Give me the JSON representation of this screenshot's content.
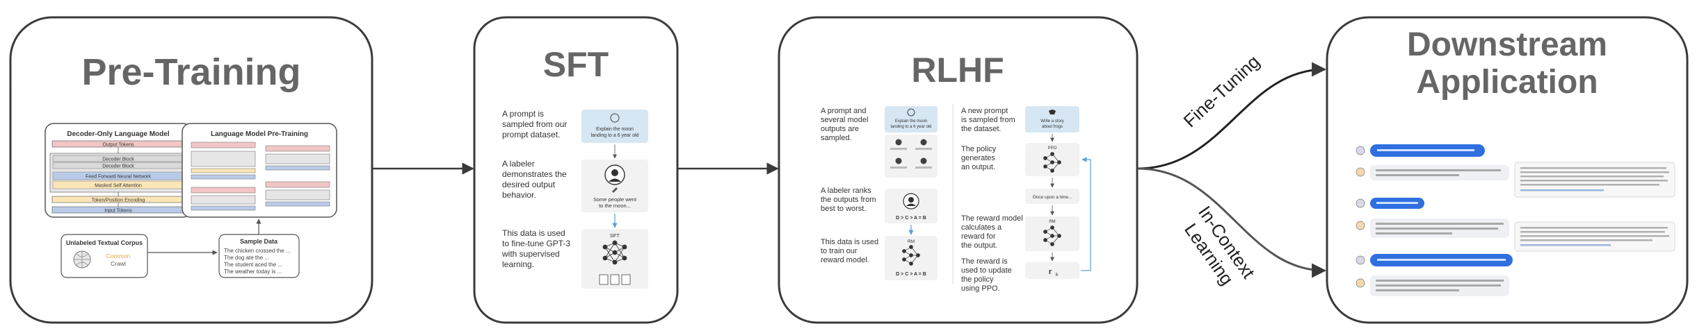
{
  "stages": {
    "pretraining": {
      "title": "Pre-Training",
      "decoder_title": "Decoder-Only Language Model",
      "decoder_blocks": [
        "Output Tokens",
        "Decoder Block",
        "Decoder Block",
        "Feed Forward Neural Network",
        "Masked Self Attention",
        "Token/Position Encoding",
        "Input Tokens"
      ],
      "lm_title": "Language Model Pre-Training",
      "corpus_title": "Unlabeled Textual Corpus",
      "corpus_logo_a": "Common",
      "corpus_logo_b": "Crawl",
      "sample_title": "Sample Data",
      "samples": [
        "The chicken crossed the ...",
        "The dog ate the ...",
        "The student aced the ...",
        "The weather today is ..."
      ]
    },
    "sft": {
      "title": "SFT",
      "step1": [
        "A prompt is",
        "sampled from our",
        "prompt dataset."
      ],
      "step2": [
        "A labeler",
        "demonstrates the",
        "desired output",
        "behavior."
      ],
      "step3": [
        "This data is used",
        "to fine-tune GPT-3",
        "with supervised",
        "learning."
      ],
      "prompt_card": [
        "Explain the moon",
        "landing to a 6 year old"
      ],
      "demo_text": [
        "Some people went",
        "to the moon..."
      ],
      "model_label": "SFT"
    },
    "rlhf": {
      "title": "RLHF",
      "left_steps": [
        [
          "A prompt and",
          "several model",
          "outputs are",
          "sampled."
        ],
        [
          "A labeler ranks",
          "the outputs from",
          "best to worst."
        ],
        [
          "This data is used",
          "to train our",
          "reward model."
        ]
      ],
      "right_steps": [
        [
          "A new prompt",
          "is sampled from",
          "the dataset."
        ],
        [
          "The policy",
          "generates",
          "an output."
        ],
        [
          "The reward model",
          "calculates a",
          "reward for",
          "the output."
        ],
        [
          "The reward is",
          "used to update",
          "the policy",
          "using PPO."
        ]
      ],
      "left_prompt": [
        "Explain the moon",
        "landing to a 6 year old"
      ],
      "right_prompt": [
        "Write a story",
        "about frogs"
      ],
      "ranking": "D > C > A = B",
      "rm_label": "RM",
      "ppo_label": "PPO",
      "output_text": "Once upon a time...",
      "reward_symbol": "r",
      "reward_sub": "k"
    },
    "downstream": {
      "title_line1": "Downstream",
      "title_line2": "Application"
    }
  },
  "arrows": {
    "finetuning": "Fine-Tuning",
    "incontext_line1": "In-Context",
    "incontext_line2": "Learning"
  },
  "colors": {
    "panel_stroke": "#3a3a3a",
    "title": "#666666",
    "prompt_card": "#d6e6f3",
    "chat_user": "#2f6fe0",
    "rank_bubble": "#404040"
  }
}
